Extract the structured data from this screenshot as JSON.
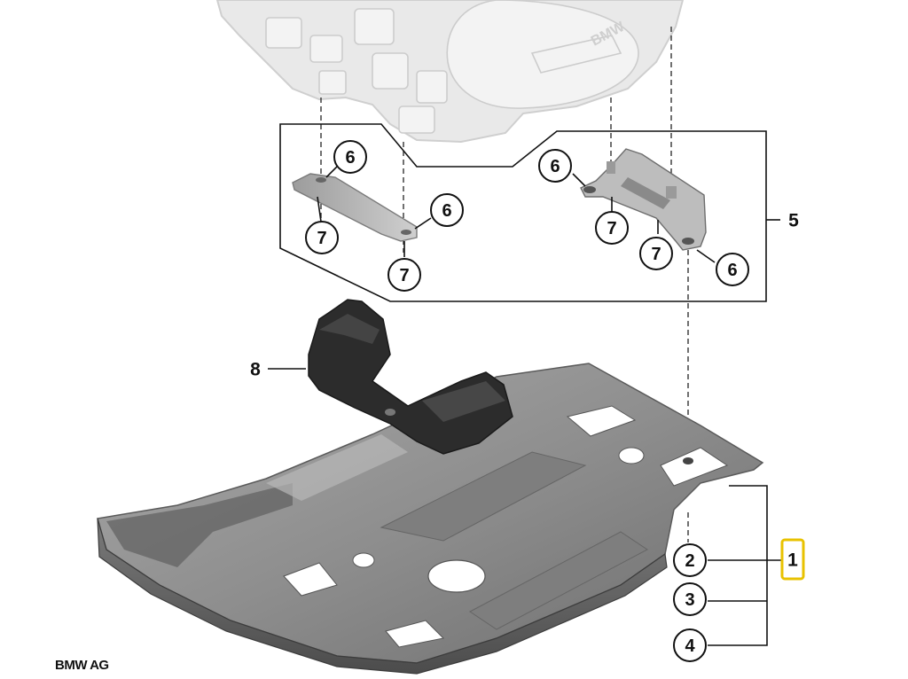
{
  "copyright": "BMW AG",
  "engine_logo": "BMW",
  "callouts": {
    "c1": "1",
    "c2": "2",
    "c3": "3",
    "c4": "4",
    "c5": "5",
    "c6a": "6",
    "c6b": "6",
    "c6c": "6",
    "c6d": "6",
    "c7a": "7",
    "c7b": "7",
    "c7c": "7",
    "c7d": "7",
    "c8": "8"
  },
  "highlighted_part": "1",
  "colors": {
    "highlight": "#e8c200",
    "engine": "#e9e9e9",
    "skid_plate": "#8f8f8f",
    "bracket": "#2a2a2a"
  }
}
